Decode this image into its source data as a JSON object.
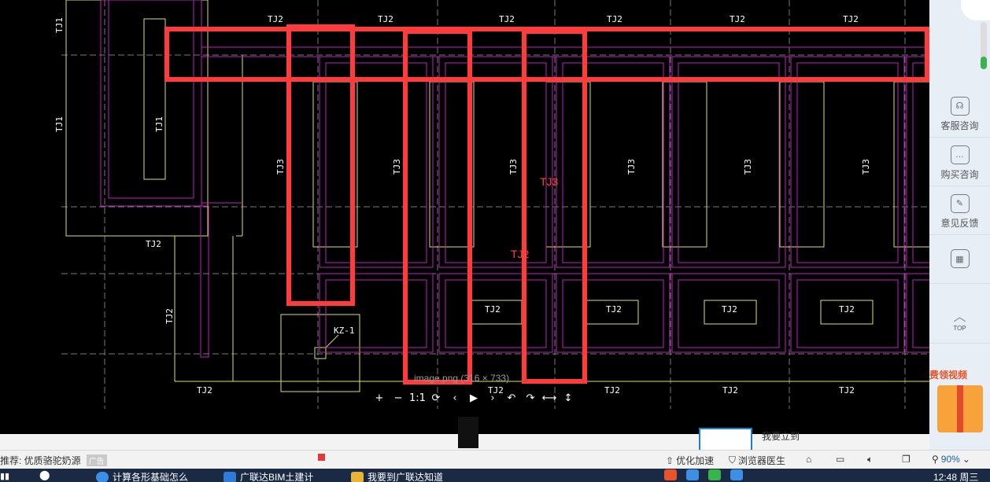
{
  "viewer": {
    "image_info": "image.png (316 × 733)",
    "toolbar": [
      "+",
      "−",
      "1:1",
      "⟳",
      "‹",
      "▶",
      "›",
      "↶",
      "↷",
      "⟷",
      "↕"
    ]
  },
  "drawing": {
    "labels": {
      "tj1": "TJ1",
      "tj2": "TJ2",
      "tj3": "TJ3",
      "kz1": "KZ-1"
    },
    "annotations": {
      "red_tj3": "TJ3",
      "red_tj2": "TJ2"
    }
  },
  "sidebar": {
    "items": [
      {
        "label": "客服咨询",
        "icon": "headset-icon"
      },
      {
        "label": "购买咨询",
        "icon": "chat-icon"
      },
      {
        "label": "意见反馈",
        "icon": "edit-icon"
      },
      {
        "label": "",
        "icon": "qrcode-icon"
      },
      {
        "label": "TOP",
        "icon": "back-to-top-icon"
      }
    ],
    "promo": "费领视频"
  },
  "page_below": {
    "text": "我要立到"
  },
  "statusbar": {
    "recommend": "推荐: 优质骆驼奶源",
    "ad_badge": "广告",
    "optimize": "优化加速",
    "doctor": "浏览器医生",
    "zoom": "90%"
  },
  "taskbar": {
    "tasks": [
      "计算各形基础怎么",
      "广联达BIM土建计",
      "我要到广联达知道"
    ],
    "time": "12:48 周三"
  },
  "colors": {
    "red": "#ff3b3b",
    "magenta": "#c020c0",
    "yellow": "#e0e060",
    "accent": "#1a5fb4"
  }
}
